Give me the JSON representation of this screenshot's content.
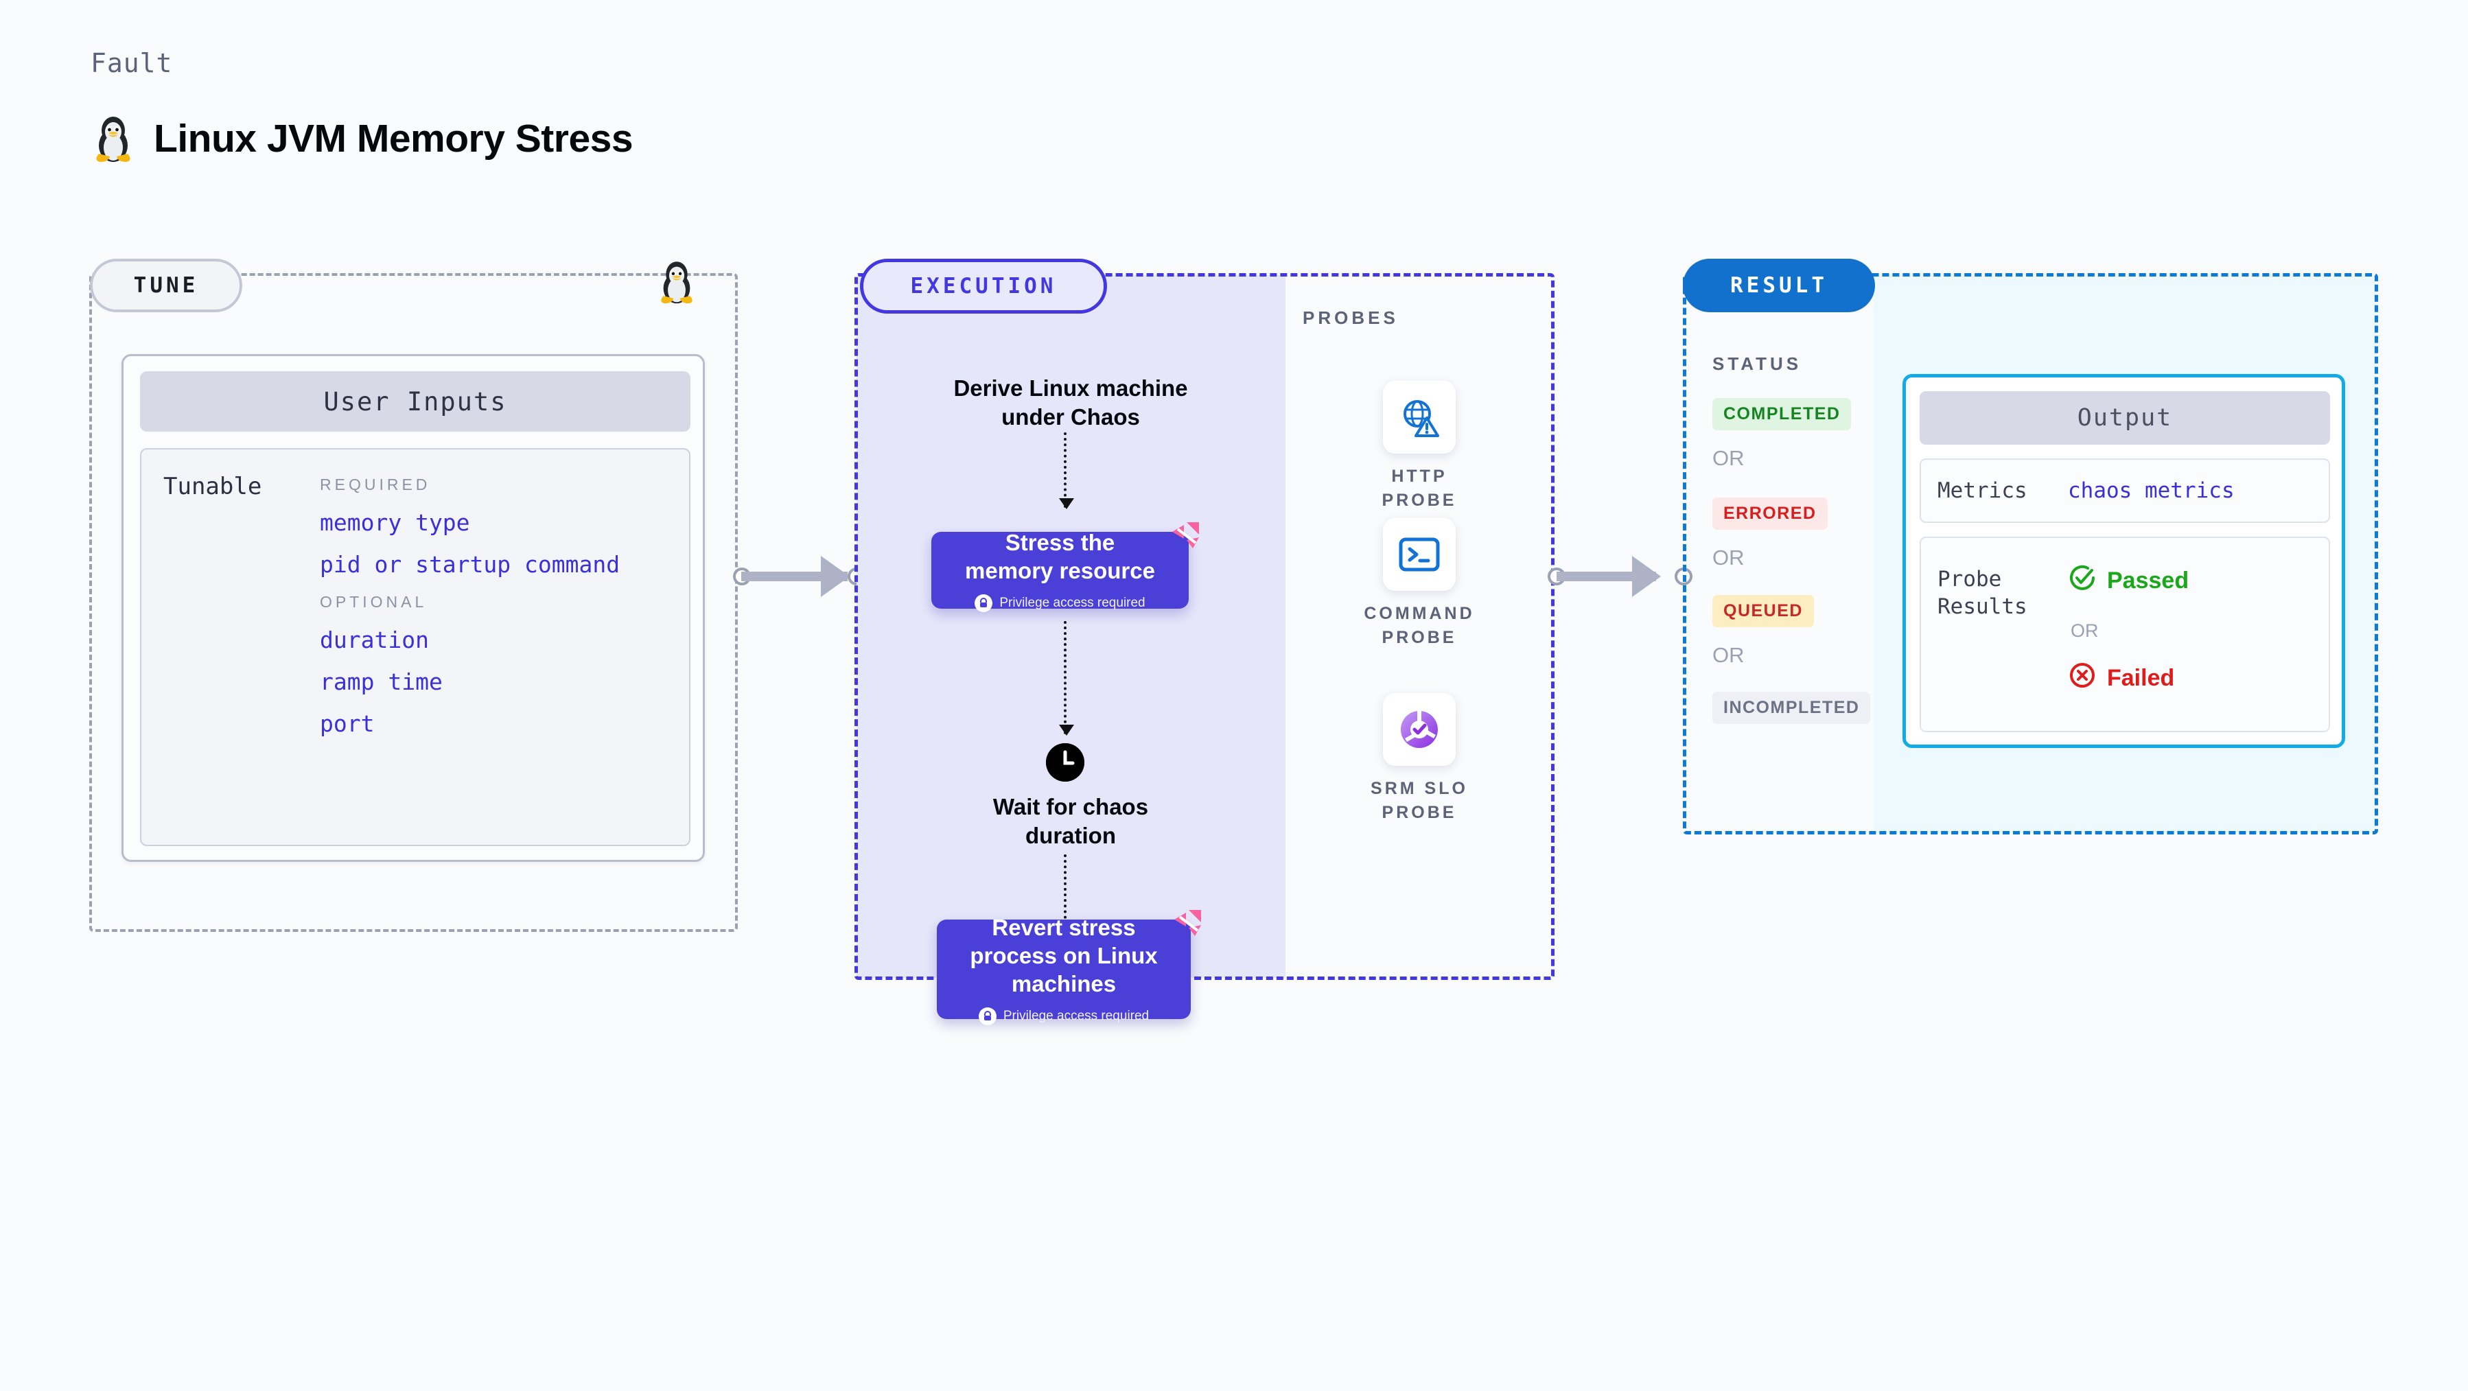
{
  "header": {
    "kicker": "Fault",
    "title": "Linux JVM Memory Stress",
    "icon": "linux-penguin-icon"
  },
  "tune": {
    "pill": "TUNE",
    "card_title": "User Inputs",
    "tunable_label": "Tunable",
    "groups": [
      {
        "heading": "REQUIRED",
        "items": [
          "memory type",
          "pid or startup command"
        ]
      },
      {
        "heading": "OPTIONAL",
        "items": [
          "duration",
          "ramp time",
          "port"
        ]
      }
    ]
  },
  "execution": {
    "pill": "EXECUTION",
    "step1": "Derive Linux machine\nunder Chaos",
    "card1": {
      "title": "Stress the\nmemory resource",
      "note": "Privilege access required"
    },
    "wait": "Wait for chaos\nduration",
    "card2": {
      "title": "Revert stress\nprocess on Linux\nmachines",
      "note": "Privilege access required"
    }
  },
  "probes": {
    "label": "PROBES",
    "items": [
      {
        "caption": "HTTP PROBE",
        "icon": "globe-warning-icon"
      },
      {
        "caption": "COMMAND PROBE",
        "icon": "terminal-prompt-icon"
      },
      {
        "caption": "SRM SLO PROBE",
        "icon": "slo-donut-check-icon"
      }
    ]
  },
  "result": {
    "pill": "RESULT",
    "status_label": "STATUS",
    "or": "OR",
    "statuses": [
      {
        "text": "COMPLETED",
        "bg": "#dff5e1",
        "fg": "#168521"
      },
      {
        "text": "ERRORED",
        "bg": "#fde8e8",
        "fg": "#d61f1f"
      },
      {
        "text": "QUEUED",
        "bg": "#fdeec2",
        "fg": "#c62828"
      },
      {
        "text": "INCOMPLETED",
        "bg": "#eef0f5",
        "fg": "#6b7285"
      }
    ],
    "output": {
      "title": "Output",
      "metrics_key": "Metrics",
      "metrics_value": "chaos metrics",
      "probe_key": "Probe\nResults",
      "passed": "Passed",
      "failed": "Failed",
      "or": "OR"
    }
  },
  "colors": {
    "accent_indigo": "#4338e0",
    "card_indigo": "#4a3fd6",
    "result_blue": "#1271cc",
    "output_cyan": "#12abe6",
    "litmus_pink": "#f7629f",
    "pass_green": "#1aa81a",
    "fail_red": "#e01b1b"
  }
}
